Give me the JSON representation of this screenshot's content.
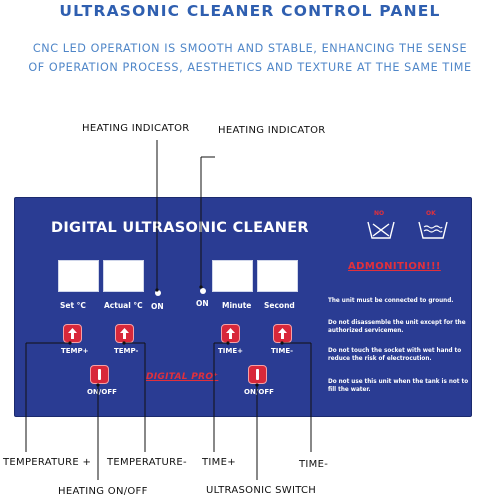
{
  "header": {
    "title": "ULTRASONIC CLEANER CONTROL PANEL",
    "subtitle": "CNC LED OPERATION IS SMOOTH AND STABLE, ENHANCING THE SENSE OF OPERATION PROCESS, AESTHETICS AND TEXTURE AT THE SAME TIME"
  },
  "callouts": {
    "heating_indicator_left": "HEATING INDICATOR",
    "heating_indicator_right": "HEATING INDICATOR",
    "temperature_plus": "TEMPERATURE +",
    "temperature_minus": "TEMPERATURE-",
    "time_plus": "TIME+",
    "time_minus": "TIME-",
    "heating_onoff": "HEATING ON/OFF",
    "ultrasonic_switch": "ULTRASONIC SWITCH"
  },
  "panel": {
    "title": "DIGITAL ULTRASONIC CLEANER",
    "display_labels": {
      "set": "Set °C",
      "actual": "Actual °C",
      "minute": "Minute",
      "second": "Second"
    },
    "indicators": {
      "left": "ON",
      "right": "ON"
    },
    "buttons": {
      "temp_plus": "TEMP+",
      "temp_minus": "TEMP-",
      "heat_onoff": "ON/OFF",
      "time_plus": "TIME+",
      "time_minus": "TIME-",
      "ultra_onoff": "ON/OFF"
    },
    "brand": "DIGITAL PRO⁺",
    "symbols": {
      "no": "NO",
      "ok": "OK"
    },
    "admonition": {
      "title": "ADMONITION!!!",
      "rules": [
        "The unit must be connected to ground.",
        "Do not disassemble the unit except  for the authorized servicemen.",
        "Do not touch the socket with wet hand to reduce the risk of electrocution.",
        "Do not use this unit when the tank is not to fill the water."
      ]
    }
  },
  "colors": {
    "panel_bg": "#2a3c93",
    "button_red": "#d8283a",
    "title_blue": "#2f5fb0",
    "subtitle_blue": "#4f86c8",
    "warning_red": "#e0303c"
  }
}
